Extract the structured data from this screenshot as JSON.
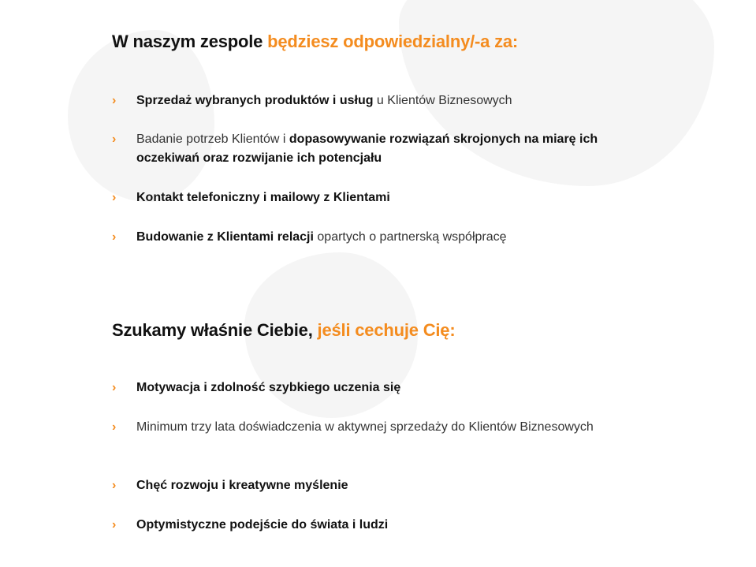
{
  "colors": {
    "accent": "#f48c1f",
    "text": "#111111",
    "blob": "#f5f5f5"
  },
  "section1": {
    "heading_plain": "W naszym zespole ",
    "heading_accent": "będziesz odpowiedzialny/-a za:",
    "items": [
      {
        "bold": "Sprzedaż wybranych produktów i usług",
        "rest": " u Klientów Biznesowych"
      },
      {
        "pre": "Badanie potrzeb Klientów i ",
        "bold": "dopasowywanie rozwiązań skrojonych na miarę ich oczekiwań oraz rozwijanie ich potencjału"
      },
      {
        "bold": "Kontakt telefoniczny i mailowy z Klientami"
      },
      {
        "bold": "Budowanie z Klientami relacji",
        "rest": " opartych o partnerską współpracę"
      }
    ]
  },
  "section2": {
    "heading_plain": "Szukamy właśnie Ciebie, ",
    "heading_accent": "jeśli cechuje Cię:",
    "items": [
      {
        "bold": "Motywacja i zdolność szybkiego uczenia się"
      },
      {
        "plain": "Minimum trzy lata doświadczenia w aktywnej sprzedaży do Klientów Biznesowych"
      },
      {
        "bold": "Chęć rozwoju i kreatywne myślenie"
      },
      {
        "bold": "Optymistyczne podejście do świata i ludzi"
      }
    ]
  },
  "bullet_icon": "chevron-right-icon",
  "bullet_glyph": "›"
}
